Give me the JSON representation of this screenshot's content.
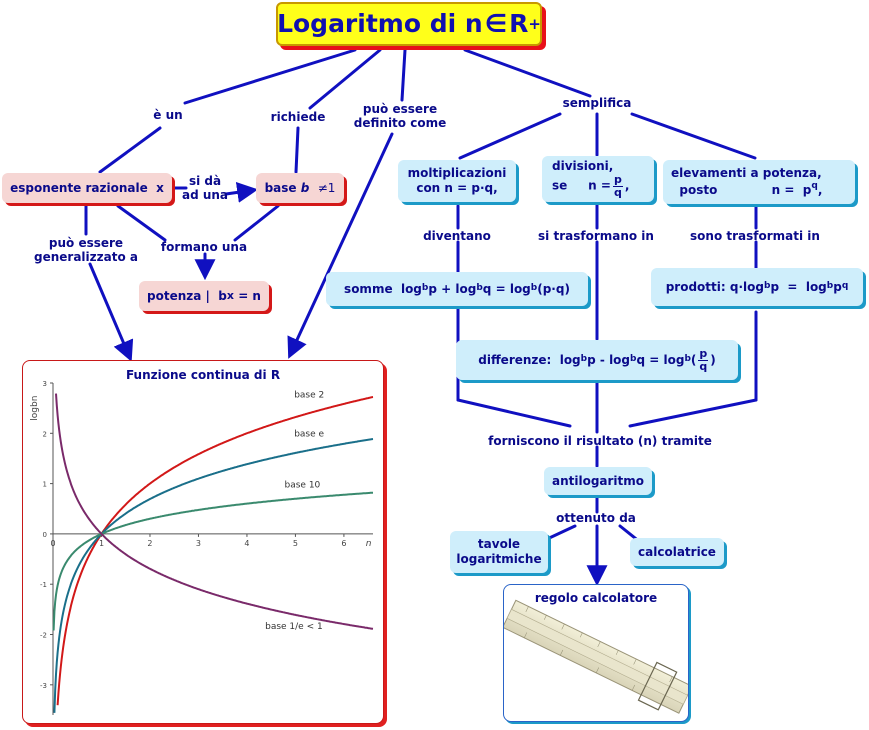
{
  "title": {
    "text": "Logaritmo di n",
    "symbol": "∈",
    "set": "R",
    "sup": "+"
  },
  "links": {
    "e_un": "è un",
    "richiede": "richiede",
    "puo_essere_def_1": "può essere",
    "puo_essere_def_2": "definito come",
    "semplifica": "semplifica",
    "si_da_1": "si dà",
    "si_da_2": "ad una",
    "formano_una": "formano una",
    "generalizzato_1": "può essere",
    "generalizzato_2": "generalizzato a",
    "diventano": "diventano",
    "si_trasformano_in": "si trasformano in",
    "sono_trasformati_in": "sono trasformati in",
    "forniscono": "forniscono il risultato (n) tramite",
    "ottenuto_da": "ottenuto da"
  },
  "nodes": {
    "esponente": {
      "text": "esponente razionale",
      "var": "x"
    },
    "base": {
      "text": "base",
      "var": "b",
      "cond": "≠1"
    },
    "potenza": {
      "text": "potenza |",
      "base": "b",
      "exp": "x",
      "eq": "= n"
    },
    "moltiplicazioni": {
      "line1": "moltiplicazioni",
      "line2": "con n = p·q,"
    },
    "divisioni": {
      "line1": "divisioni,",
      "se": "se",
      "n_eq": "n =",
      "num": "p",
      "den": "q",
      "comma": ","
    },
    "elevamenti": {
      "line1": "elevamenti a potenza,",
      "posto": "posto",
      "n_eq": "n  =",
      "p": "p",
      "q": "q",
      "comma": ","
    },
    "somme": {
      "label": "somme",
      "log": "log",
      "b": "b",
      "p": "p",
      "q": "q",
      "plus": "+",
      "eq": "=",
      "pq": "(p·q)"
    },
    "prodotti": {
      "label": "prodotti:",
      "q": "q·",
      "log": "log",
      "b": "b",
      "p": "p",
      "eq": "=",
      "q_sup": "q"
    },
    "differenze": {
      "label": "differenze:",
      "log": "log",
      "b": "b",
      "p": "p",
      "q": "q",
      "minus": "-",
      "eq": "=",
      "open": "(",
      "close": ")"
    },
    "antilogaritmo": {
      "text": "antilogaritmo"
    },
    "tavole": {
      "line1": "tavole",
      "line2": "logaritmiche"
    },
    "calcolatrice": {
      "text": "calcolatrice"
    }
  },
  "regolo": {
    "title": "regolo calcolatore"
  },
  "chart_panel": {
    "title": "Funzione continua di R"
  },
  "chart_data": {
    "type": "line",
    "ylabel": "logbn",
    "xlabel": "n",
    "xlim": [
      0,
      6.6
    ],
    "ylim": [
      -3.6,
      3
    ],
    "x_ticks": [
      0,
      1,
      2,
      3,
      4,
      5,
      6
    ],
    "y_ticks": [
      -3,
      -2,
      -1,
      0,
      1,
      2,
      3
    ],
    "series": [
      {
        "name": "base 2",
        "base": 2,
        "color": "#d21818"
      },
      {
        "name": "base e",
        "base": 2.71828,
        "color": "#1a6f8a"
      },
      {
        "name": "base 10",
        "base": 10,
        "color": "#3a8a6e"
      },
      {
        "name": "base 1/e  < 1",
        "base": 0.367879,
        "color": "#7a2a6a"
      }
    ]
  },
  "colors": {
    "arrow": "#1010c0",
    "blue_node": "#cfeefb",
    "pink_node": "#f6d6d4",
    "title_bg": "#ffff1a"
  }
}
